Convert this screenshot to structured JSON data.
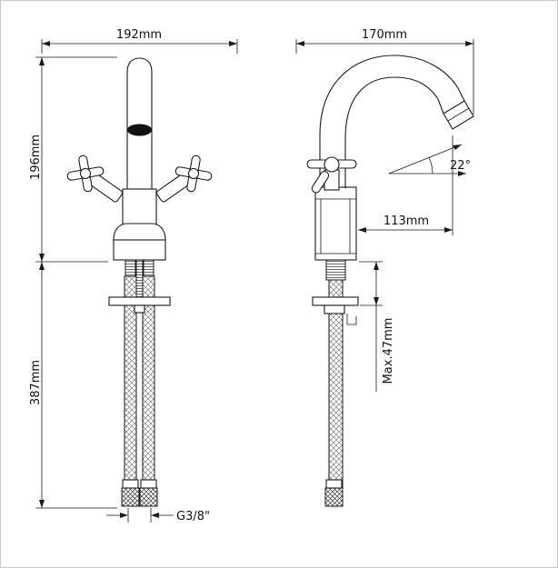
{
  "front_view": {
    "width": "192mm",
    "body_height": "196mm",
    "hose_length": "387mm",
    "thread": "G3/8\""
  },
  "side_view": {
    "depth": "170mm",
    "spout_angle": "22°",
    "spout_reach": "113mm",
    "max_counter_thickness": "Max.47mm"
  },
  "colors": {
    "line": "#1a1a1a",
    "background": "#ffffff",
    "spout_band": "#111111"
  }
}
